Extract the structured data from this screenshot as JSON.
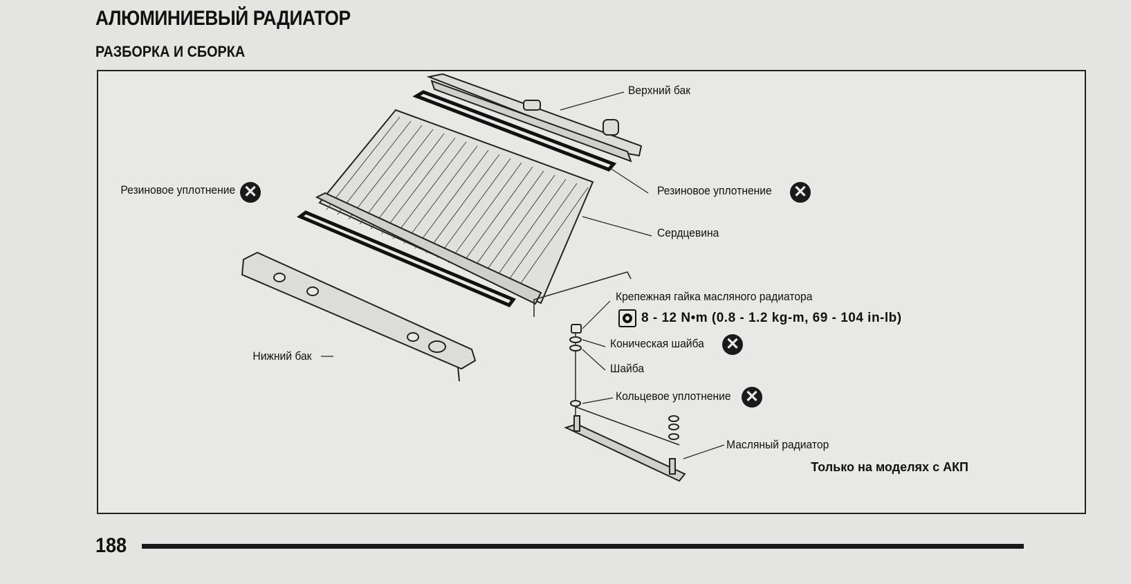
{
  "page": {
    "title": "АЛЮМИНИЕВЫЙ РАДИАТОР",
    "subtitle": "РАЗБОРКА И СБОРКА",
    "page_number": "188"
  },
  "figure": {
    "labels": {
      "upper_tank": "Верхний бак",
      "rubber_seal_left": "Резиновое уплотнение",
      "rubber_seal_right": "Резиновое уплотнение",
      "core": "Сердцевина",
      "oil_cooler_nut": "Крепежная гайка масляного радиатора",
      "lower_tank": "Нижний бак",
      "conical_washer": "Коническая шайба",
      "washer": "Шайба",
      "o_ring": "Кольцевое уплотнение",
      "oil_cooler": "Масляный радиатор"
    },
    "torque_spec": "8 - 12 N•m (0.8 - 1.2 kg-m, 69 - 104 in-lb)",
    "note": "Только на моделях с АКП",
    "replace_icon": "✕",
    "icons": {
      "replace": "do-not-reuse-icon",
      "torque": "torque-wrench-icon"
    }
  }
}
